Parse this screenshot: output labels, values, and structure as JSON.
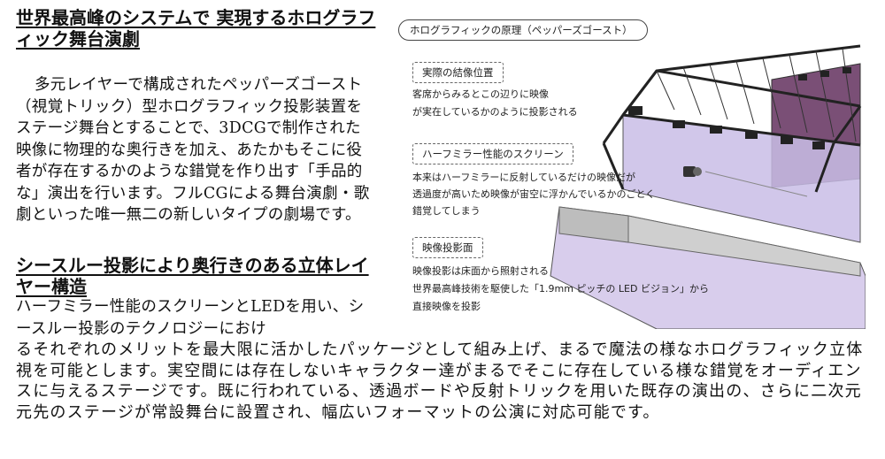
{
  "article": {
    "heading1": "世界最高峰のシステムで 実現するホログラフィック舞台演劇",
    "paragraph1": "多元レイヤーで構成されたペッパーズゴースト（視覚トリック）型ホログラフィック投影装置をステージ舞台とすることで、3DCGで制作された映像に物理的な奥行きを加え、あたかもそこに役者が存在するかのような錯覚を作り出す「手品的な」演出を行います。フルCGによる舞台演劇・歌劇といった唯一無二の新しいタイプの劇場です。",
    "heading2": "シースルー投影により奥行きのある立体レイヤー構造",
    "paragraph2": "ハーフミラー性能のスクリーンとLEDを用い、シースルー投影のテクノロジーにおけ",
    "paragraph3": "るそれぞれのメリットを最大限に活かしたパッケージとして組み上げ、まるで魔法の様なホログラフィック立体視を可能とします。実空間には存在しないキャラクター達がまるでそこに存在している様な錯覚をオーディエンスに与えるステージです。既に行われている、透過ボードや反射トリックを用いた既存の演出の、さらに二次元元先のステージが常設舞台に設置され、幅広いフォーマットの公演に対応可能です。"
  },
  "figure": {
    "title": "ホログラフィックの原理（ペッパーズゴースト）",
    "label1": {
      "title": "実際の結像位置",
      "lines": [
        "客席からみるとこの辺りに映像",
        "が実在しているかのように投影される"
      ]
    },
    "label2": {
      "title": "ハーフミラー性能のスクリーン",
      "lines": [
        "本来はハーフミラーに反射しているだけの映像だが",
        "透過度が高いため映像が宙空に浮かんでいるかのごとく",
        "錯覚してしまう"
      ]
    },
    "label3": {
      "title": "映像投影面",
      "lines": [
        "映像投影は床面から照射される",
        "世界最高峰技術を駆使した「1.9mm ピッチの LED ビジョン」から",
        "直接映像を投影"
      ]
    },
    "colors": {
      "truss": "#222222",
      "mirror": "#c9bde6",
      "back_panel": "#7a4f76",
      "floor": "#d8cdec"
    }
  }
}
